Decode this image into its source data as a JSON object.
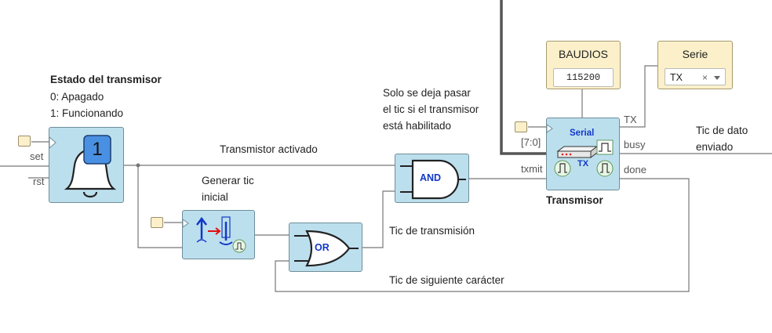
{
  "transmitter_state_note": {
    "title": "Estado del transmisor",
    "line_0": "0: Apagado",
    "line_1": "1: Funcionando"
  },
  "state_block": {
    "port_set": "set",
    "port_rst": "rst",
    "value": "1"
  },
  "labels": {
    "transmitter_active": "Transmistor activado",
    "generate_initial_tick_1": "Generar tic",
    "generate_initial_tick_2": "inicial",
    "only_pass_1": "Solo se deja pasar",
    "only_pass_2": "el tic si el transmisor",
    "only_pass_3": "está habilitado",
    "transmission_tick": "Tic de transmisión",
    "next_char_tick": "Tic de siguiente carácter",
    "data_sent_1": "Tic de dato",
    "data_sent_2": "enviado"
  },
  "gates": {
    "and_label": "AND",
    "or_label": "OR"
  },
  "baud_const": {
    "title": "BAUDIOS",
    "value": "115200"
  },
  "serial_select": {
    "title": "Serie",
    "value": "TX",
    "clear": "×"
  },
  "transmitter": {
    "title": "Transmisor",
    "icon_label_top": "Serial",
    "icon_label_bottom": "TX",
    "port_data": "[7:0]",
    "port_txmit": "txmit",
    "port_tx": "TX",
    "port_busy": "busy",
    "port_done": "done"
  },
  "colors": {
    "block_bg": "#bcdfee",
    "const_bg": "#fbf0c9",
    "wire": "#777777",
    "bus": "#555555",
    "accent_blue": "#1238c8"
  }
}
